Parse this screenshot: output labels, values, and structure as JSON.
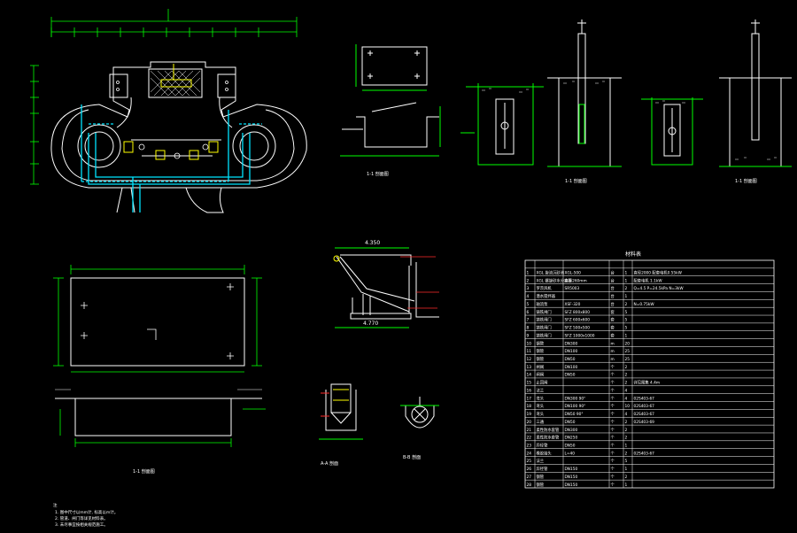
{
  "colors": {
    "background": "#000000",
    "line": "#ffffff",
    "dimension": "#00ff00",
    "pipe": "#00e5ff",
    "equipment": "#ffff00",
    "leader": "#ff2a2a",
    "note_text": "#ffffff"
  },
  "labels": {
    "section_gate_a": "1-1 剖面图",
    "section_gate_b": "1-1 剖面图",
    "section_tank": "1-1 剖面图",
    "section_base": "1-1 剖面图",
    "section_aa": "A-A 剖面",
    "section_bb": "B-B 剖面",
    "dim_4350": "4.350",
    "dim_4770": "4.770",
    "table_title": "材料表"
  },
  "table": {
    "rows": [
      {
        "no": "1",
        "name": "XGL 旋流沉砂池",
        "spec": "XGL-500",
        "unit": "台",
        "qty": "1",
        "note": "直径2000 配套电机0.55kW"
      },
      {
        "no": "2",
        "name": "XGL 螺旋砂水分离器",
        "spec": "直径260mm",
        "unit": "台",
        "qty": "1",
        "note": "配套电机 1.1kW"
      },
      {
        "no": "3",
        "name": "罗茨风机",
        "spec": "SR5003",
        "unit": "台",
        "qty": "2",
        "note": "Q=4.5 P=24.5kPa N=3kW"
      },
      {
        "no": "4",
        "name": "潜水搅拌器",
        "spec": "",
        "unit": "台",
        "qty": "1",
        "note": ""
      },
      {
        "no": "5",
        "name": "轴流泵",
        "spec": "XSF-320",
        "unit": "台",
        "qty": "2",
        "note": "N=0.75kW"
      },
      {
        "no": "6",
        "name": "铸铁闸门",
        "spec": "SFZ 800x800",
        "unit": "套",
        "qty": "5",
        "note": ""
      },
      {
        "no": "7",
        "name": "铸铁闸门",
        "spec": "SFZ 600x600",
        "unit": "套",
        "qty": "5",
        "note": ""
      },
      {
        "no": "8",
        "name": "铸铁闸门",
        "spec": "SFZ 500x500",
        "unit": "套",
        "qty": "5",
        "note": ""
      },
      {
        "no": "9",
        "name": "铸铁闸门",
        "spec": "SFZ 1000x1000",
        "unit": "套",
        "qty": "1",
        "note": ""
      },
      {
        "no": "10",
        "name": "钢管",
        "spec": "DN300",
        "unit": "m",
        "qty": "20",
        "note": ""
      },
      {
        "no": "11",
        "name": "钢管",
        "spec": "DN100",
        "unit": "m",
        "qty": "25",
        "note": ""
      },
      {
        "no": "12",
        "name": "钢管",
        "spec": "DN50",
        "unit": "m",
        "qty": "25",
        "note": ""
      },
      {
        "no": "13",
        "name": "闸阀",
        "spec": "DN100",
        "unit": "个",
        "qty": "2",
        "note": ""
      },
      {
        "no": "14",
        "name": "闸阀",
        "spec": "DN50",
        "unit": "个",
        "qty": "2",
        "note": ""
      },
      {
        "no": "15",
        "name": "止回阀",
        "spec": "",
        "unit": "个",
        "qty": "2",
        "note": "详见图集 4.4m"
      },
      {
        "no": "16",
        "name": "法兰",
        "spec": "",
        "unit": "个",
        "qty": "4",
        "note": ""
      },
      {
        "no": "17",
        "name": "弯头",
        "spec": "DN300 90°",
        "unit": "个",
        "qty": "4",
        "note": "02S403-67"
      },
      {
        "no": "18",
        "name": "弯头",
        "spec": "DN100 90°",
        "unit": "个",
        "qty": "10",
        "note": "02S403-67"
      },
      {
        "no": "19",
        "name": "弯头",
        "spec": "DN50 90°",
        "unit": "个",
        "qty": "4",
        "note": "02S403-67"
      },
      {
        "no": "20",
        "name": "三通",
        "spec": "DN50",
        "unit": "个",
        "qty": "2",
        "note": "02S403-69"
      },
      {
        "no": "21",
        "name": "柔性防水套管",
        "spec": "DN300",
        "unit": "个",
        "qty": "2",
        "note": ""
      },
      {
        "no": "22",
        "name": "柔性防水套管",
        "spec": "DN250",
        "unit": "个",
        "qty": "2",
        "note": ""
      },
      {
        "no": "23",
        "name": "异径管",
        "spec": "DN50",
        "unit": "个",
        "qty": "1",
        "note": ""
      },
      {
        "no": "24",
        "name": "橡胶接头",
        "spec": "L=40",
        "unit": "个",
        "qty": "2",
        "note": "02S403-67"
      },
      {
        "no": "25",
        "name": "法兰",
        "spec": "",
        "unit": "个",
        "qty": "5",
        "note": ""
      },
      {
        "no": "26",
        "name": "异径管",
        "spec": "DN150",
        "unit": "个",
        "qty": "1",
        "note": ""
      },
      {
        "no": "27",
        "name": "钢管",
        "spec": "DN150",
        "unit": "个",
        "qty": "2",
        "note": ""
      },
      {
        "no": "28",
        "name": "钢管",
        "spec": "DN150",
        "unit": "个",
        "qty": "1",
        "note": ""
      }
    ]
  },
  "notes": {
    "title": "注",
    "line1": "1. 图中尺寸以mm计, 标高以m计。",
    "line2": "2. 管道、闸门等详见材料表。",
    "line3": "3. 未尽事宜按相关规范施工。"
  }
}
